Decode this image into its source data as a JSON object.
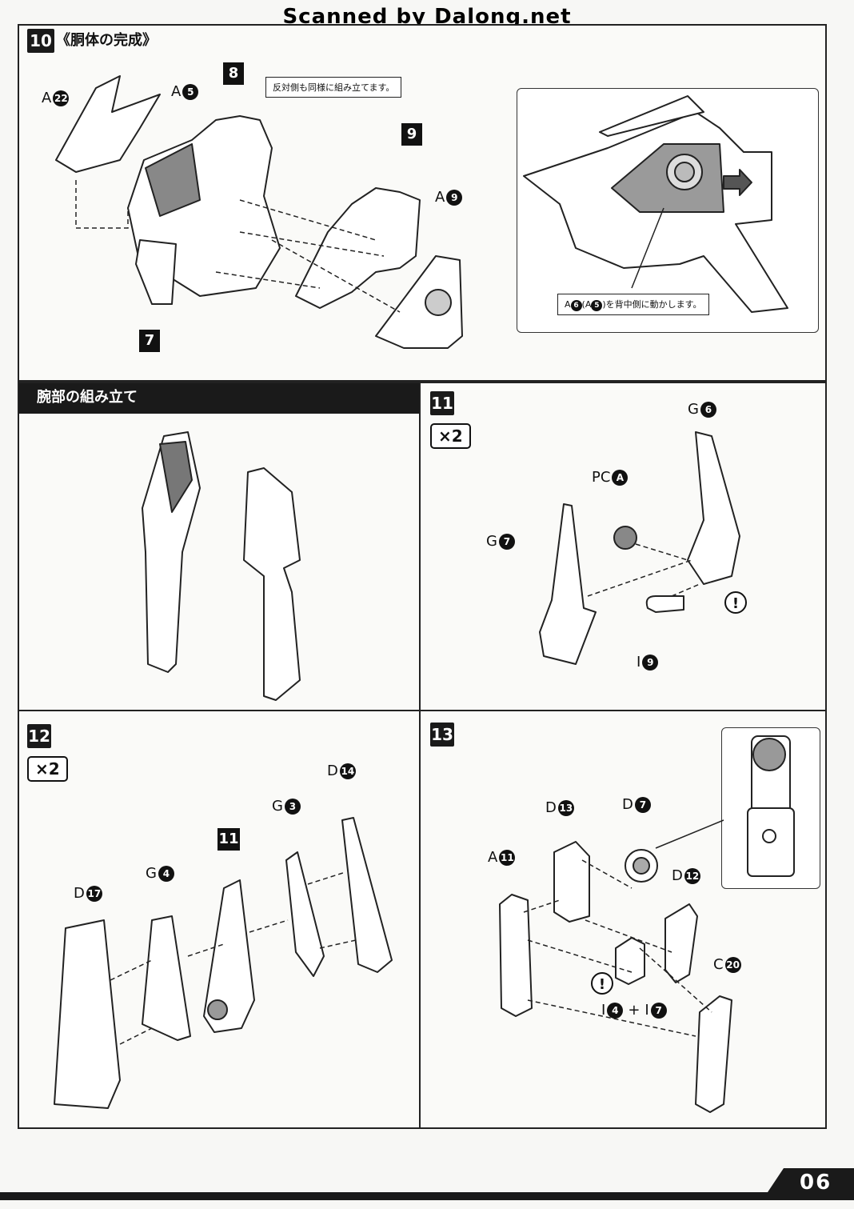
{
  "watermark": "Scanned by Dalong.net",
  "step10": {
    "number": "10",
    "title": "《胴体の完成》",
    "note": "反対側も同様に組み立てます。",
    "inset_note_prefix": "A",
    "inset_note_n1": "6",
    "inset_note_paren": "(A",
    "inset_note_n2": "5",
    "inset_note_suffix": ")を背中側に動かします。",
    "sub_8": "8",
    "sub_9": "9",
    "sub_7": "7",
    "parts": [
      {
        "letter": "A",
        "num": "22"
      },
      {
        "letter": "A",
        "num": "5"
      },
      {
        "letter": "A",
        "num": "9"
      }
    ]
  },
  "arm_section": {
    "title": "腕部の組み立て"
  },
  "step11": {
    "number": "11",
    "multiplier": "×2",
    "parts": [
      {
        "letter": "G",
        "num": "6"
      },
      {
        "letter": "PC",
        "num": "A"
      },
      {
        "letter": "G",
        "num": "7"
      },
      {
        "letter": "I",
        "num": "9"
      }
    ],
    "warning": "!"
  },
  "step12": {
    "number": "12",
    "multiplier": "×2",
    "sub_11": "11",
    "parts": [
      {
        "letter": "D",
        "num": "14"
      },
      {
        "letter": "G",
        "num": "3"
      },
      {
        "letter": "G",
        "num": "4"
      },
      {
        "letter": "D",
        "num": "17"
      }
    ]
  },
  "step13": {
    "number": "13",
    "parts": [
      {
        "letter": "D",
        "num": "13"
      },
      {
        "letter": "D",
        "num": "7"
      },
      {
        "letter": "A",
        "num": "11"
      },
      {
        "letter": "D",
        "num": "12"
      },
      {
        "letter": "C",
        "num": "20"
      }
    ],
    "combo_a": "I",
    "combo_a_num": "4",
    "combo_plus": "+",
    "combo_b": "I",
    "combo_b_num": "7",
    "warning": "!"
  },
  "footer": {
    "page_number": "06"
  }
}
